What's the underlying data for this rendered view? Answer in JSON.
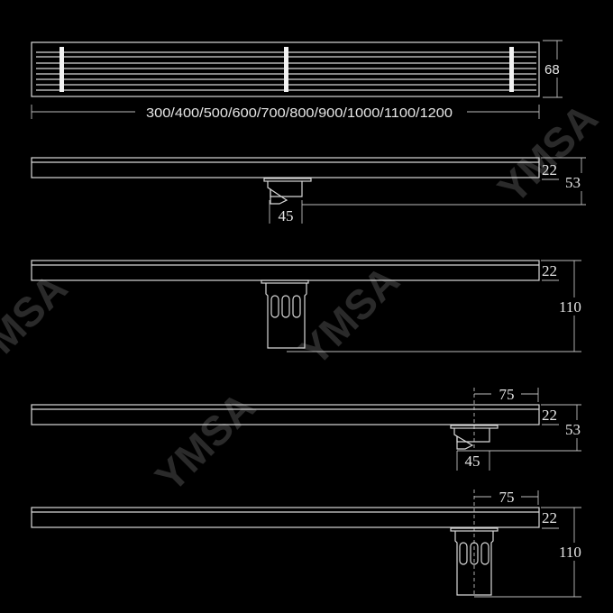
{
  "watermark": "YMSA",
  "top_view": {
    "length_label": "300/400/500/600/700/800/900/1000/1100/1200",
    "width_label": "68"
  },
  "side_view_1": {
    "channel_height": "22",
    "total_height": "53",
    "outlet_width": "45"
  },
  "side_view_2": {
    "channel_height": "22",
    "total_height": "110"
  },
  "side_view_3": {
    "offset": "75",
    "channel_height": "22",
    "total_height": "53",
    "outlet_width": "45"
  },
  "side_view_4": {
    "offset": "75",
    "channel_height": "22",
    "total_height": "110"
  }
}
